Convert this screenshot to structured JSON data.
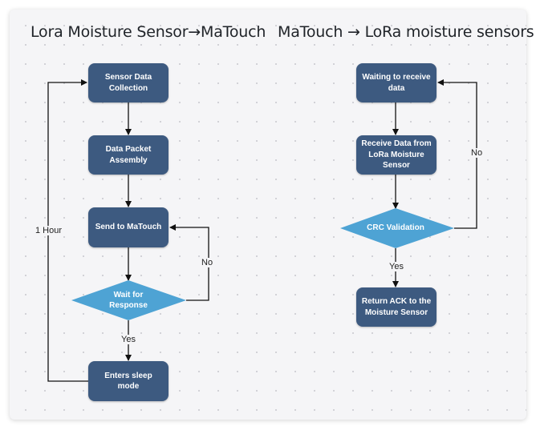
{
  "left_flow": {
    "title": "Lora Moisture Sensor→MaTouch",
    "nodes": {
      "collect": "Sensor Data Collection",
      "assemble": "Data Packet Assembly",
      "send": "Send to MaTouch",
      "wait": "Wait for Response",
      "sleep": "Enters sleep mode"
    },
    "edges": {
      "loop_back": "1 Hour",
      "no": "No",
      "yes": "Yes"
    }
  },
  "right_flow": {
    "title": "MaTouch → LoRa moisture sensors",
    "nodes": {
      "waiting": "Waiting to receive data",
      "receive": "Receive Data from LoRa Moisture Sensor",
      "crc": "CRC Validation",
      "ack": "Return ACK to the Moisture Sensor"
    },
    "edges": {
      "no": "No",
      "yes": "Yes"
    }
  },
  "colors": {
    "process_fill": "#3d5a80",
    "decision_fill": "#4ea3d4",
    "arrow": "#111111"
  }
}
